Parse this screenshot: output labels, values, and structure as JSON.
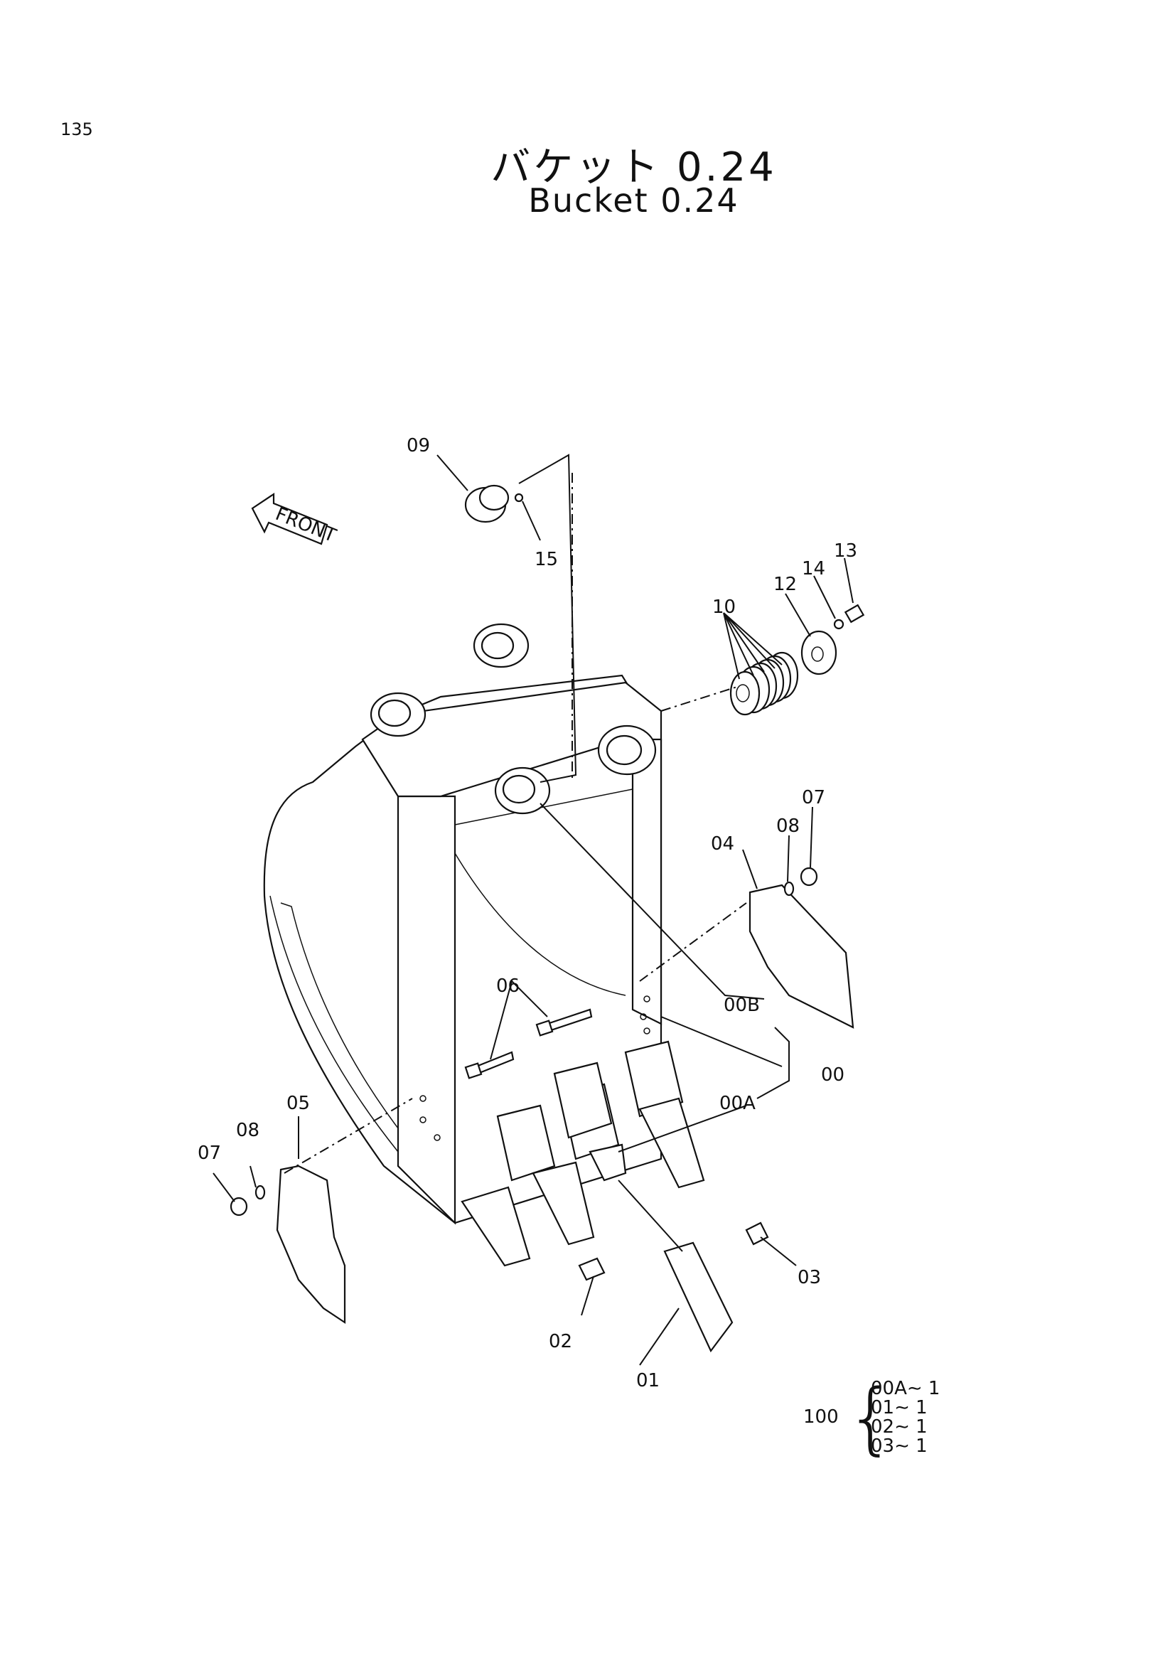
{
  "page_number": "135",
  "title_jp": "バケット 0.24",
  "title_en": "Bucket 0.24",
  "front_label": "FRONT",
  "callouts": {
    "c09": "09",
    "c15": "15",
    "c10": "10",
    "c12": "12",
    "c13": "13",
    "c14": "14",
    "c07_right": "07",
    "c08_right": "08",
    "c04": "04",
    "c06": "06",
    "c00B": "00B",
    "c00": "00",
    "c00A": "00A",
    "c05": "05",
    "c08_left": "08",
    "c07_left": "07",
    "c03": "03",
    "c02": "02",
    "c01": "01"
  },
  "kit": {
    "number": "100",
    "rows": [
      "00A∼ 1",
      "01∼ 1",
      "02∼ 1",
      "03∼ 1"
    ]
  }
}
